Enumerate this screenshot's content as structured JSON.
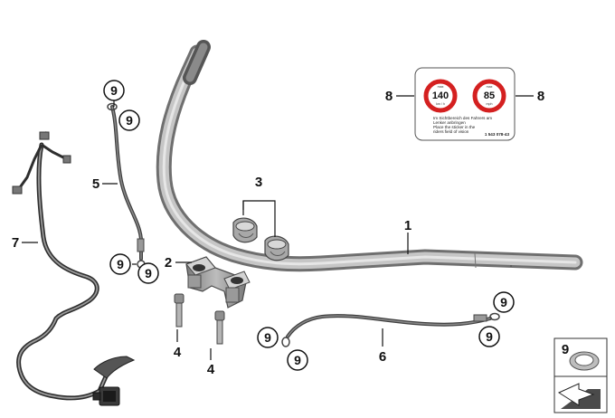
{
  "callouts": {
    "p1": "1",
    "p2": "2",
    "p3": "3",
    "p4a": "4",
    "p4b": "4",
    "p5": "5",
    "p6": "6",
    "p7": "7",
    "p8a": "8",
    "p8b": "8",
    "c9a": "9",
    "c9b": "9",
    "c9c": "9",
    "c9d": "9",
    "c9e": "9",
    "c9f": "9",
    "c9g": "9",
    "c9h": "9",
    "legend9": "9"
  },
  "sticker": {
    "speed_left": "140",
    "speed_left_top": "max",
    "speed_left_unit": "km / h",
    "speed_right": "85",
    "speed_right_top": "max",
    "speed_right_unit": "mph",
    "line1": "Im Sichtbereich des Fahrers am",
    "line2": "Lenker anbringen",
    "line3": "Place the sticker in the",
    "line4": "riders field of vision",
    "part_number": "1 543 078-43",
    "ring_color": "#d42020"
  }
}
